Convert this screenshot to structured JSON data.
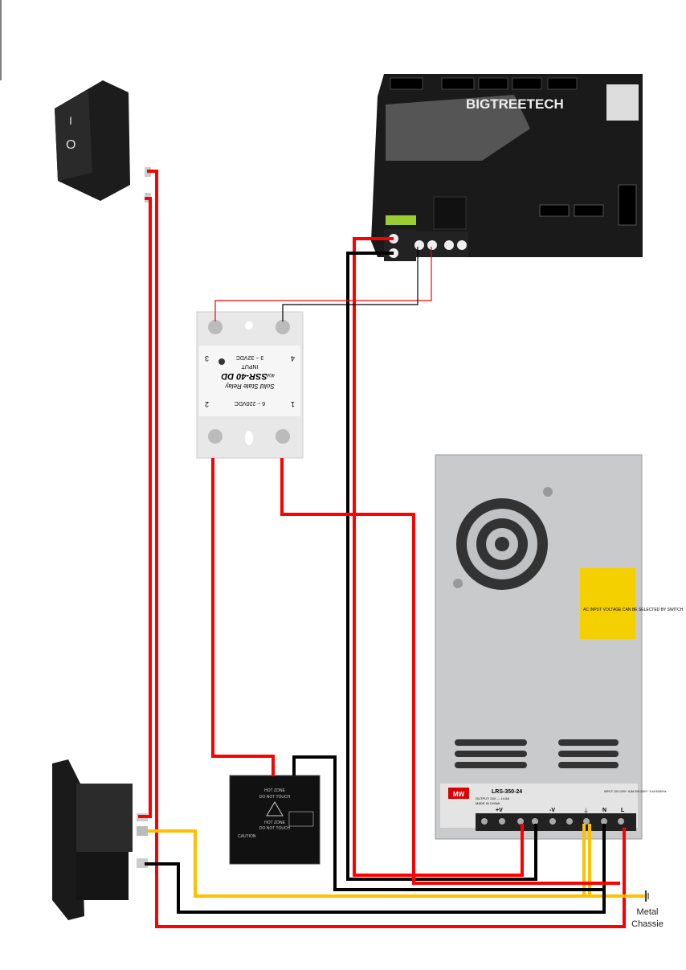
{
  "board": {
    "brand": "BIGTREETECH"
  },
  "ssr": {
    "model": "SSR-40 DD",
    "name": "Solid State Relay",
    "rating": "40A",
    "input_label": "INPUT",
    "input_range": "3 ~ 32VDC",
    "output_range": "6 ~ 220VDC",
    "t1": "1",
    "t2": "2",
    "t3": "3",
    "t4": "4",
    "plus": "+",
    "minus": "–"
  },
  "psu": {
    "model": "LRS-350-24",
    "output": "OUTPUT: 24V — 14.6A",
    "made": "MADE IN CHINA",
    "input": "INPUT: 100-120V~ 6.8A  200-240V~ 3.4A  50/60Hz",
    "brand": "MW",
    "terminals": {
      "pos": "+V",
      "neg": "-V",
      "n": "N",
      "l": "L"
    },
    "warning": "AC INPUT VOLTAGE CAN BE SELECTED BY SWITCH"
  },
  "heatbed": {
    "line1": "HOT ZONE",
    "line2": "DO NOT TOUCH",
    "line3": "HOT ZONE",
    "line4": "DO NOT TOUCH",
    "caution": "CAUTION"
  },
  "switch": {
    "on": "I",
    "off": "O"
  },
  "ground_label": {
    "line1": "Metal",
    "line2": "Chassie"
  },
  "colors": {
    "live": "#ff0000",
    "neutral": "#000000",
    "earth": "#ffc000"
  }
}
